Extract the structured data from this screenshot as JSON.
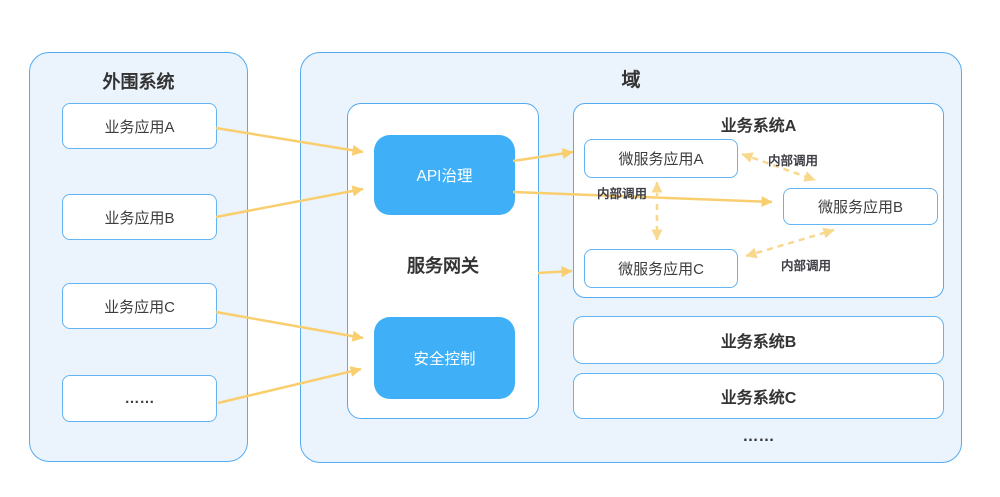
{
  "peripheral": {
    "title": "外围系统",
    "nodes": [
      {
        "label": "业务应用A"
      },
      {
        "label": "业务应用B"
      },
      {
        "label": "业务应用C"
      },
      {
        "label": "……"
      }
    ]
  },
  "domain": {
    "title": "域",
    "gateway": {
      "title": "服务网关",
      "nodes": [
        {
          "label": "API治理"
        },
        {
          "label": "安全控制"
        }
      ]
    },
    "system_a": {
      "title": "业务系统A",
      "nodes": [
        {
          "label": "微服务应用A"
        },
        {
          "label": "微服务应用B"
        },
        {
          "label": "微服务应用C"
        }
      ]
    },
    "system_b": {
      "title": "业务系统B"
    },
    "system_c": {
      "title": "业务系统C"
    },
    "ellipsis": "……"
  },
  "edges": {
    "internal_a_b": {
      "label": "内部调用"
    },
    "internal_a_c": {
      "label": "内部调用"
    },
    "internal_c_b": {
      "label": "内部调用"
    }
  },
  "colors": {
    "panel_bg": "#EBF3FC",
    "panel_border": "#53ABF1",
    "node_border": "#63B4F3",
    "accent_fill": "#3FB0F7",
    "arrow_solid": "#F9CE6F",
    "arrow_dashed": "#F8D88D",
    "text_dark": "#333333"
  }
}
